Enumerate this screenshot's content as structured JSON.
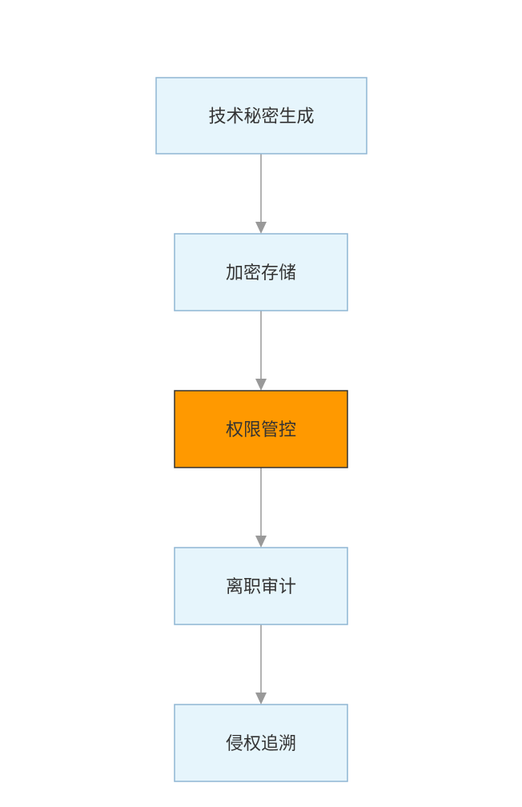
{
  "diagram": {
    "type": "flowchart",
    "direction": "top-to-bottom",
    "nodes": [
      {
        "id": "n1",
        "label": "技术秘密生成",
        "highlighted": false
      },
      {
        "id": "n2",
        "label": "加密存储",
        "highlighted": false
      },
      {
        "id": "n3",
        "label": "权限管控",
        "highlighted": true
      },
      {
        "id": "n4",
        "label": "离职审计",
        "highlighted": false
      },
      {
        "id": "n5",
        "label": "侵权追溯",
        "highlighted": false
      }
    ],
    "edges": [
      {
        "from": "n1",
        "to": "n2"
      },
      {
        "from": "n2",
        "to": "n3"
      },
      {
        "from": "n3",
        "to": "n4"
      },
      {
        "from": "n4",
        "to": "n5"
      }
    ]
  },
  "colors": {
    "node_fill": "#e6f5fc",
    "node_stroke": "#8fb6d4",
    "highlight_fill": "#ff9900",
    "highlight_stroke": "#333333",
    "edge": "#999999",
    "text": "#333333"
  }
}
